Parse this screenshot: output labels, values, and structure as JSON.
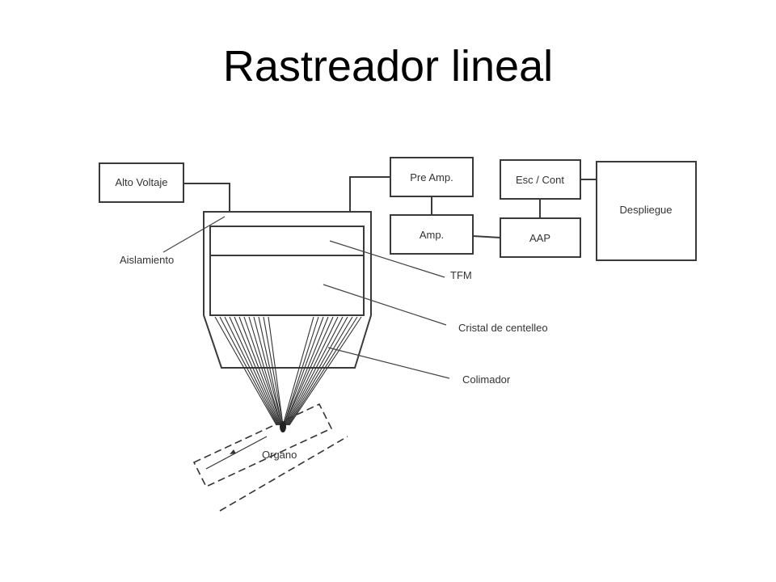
{
  "title": "Rastreador lineal",
  "blocks": {
    "alto_voltaje": "Alto Voltaje",
    "pre_amp": "Pre Amp.",
    "amp": "Amp.",
    "esc_cont": "Esc / Cont",
    "aap": "AAP",
    "despliegue": "Despliegue"
  },
  "labels": {
    "aislamiento": "Aislamiento",
    "tfm": "TFM",
    "cristal": "Cristal de centelleo",
    "colimador": "Colimador",
    "organo": "Organo"
  }
}
